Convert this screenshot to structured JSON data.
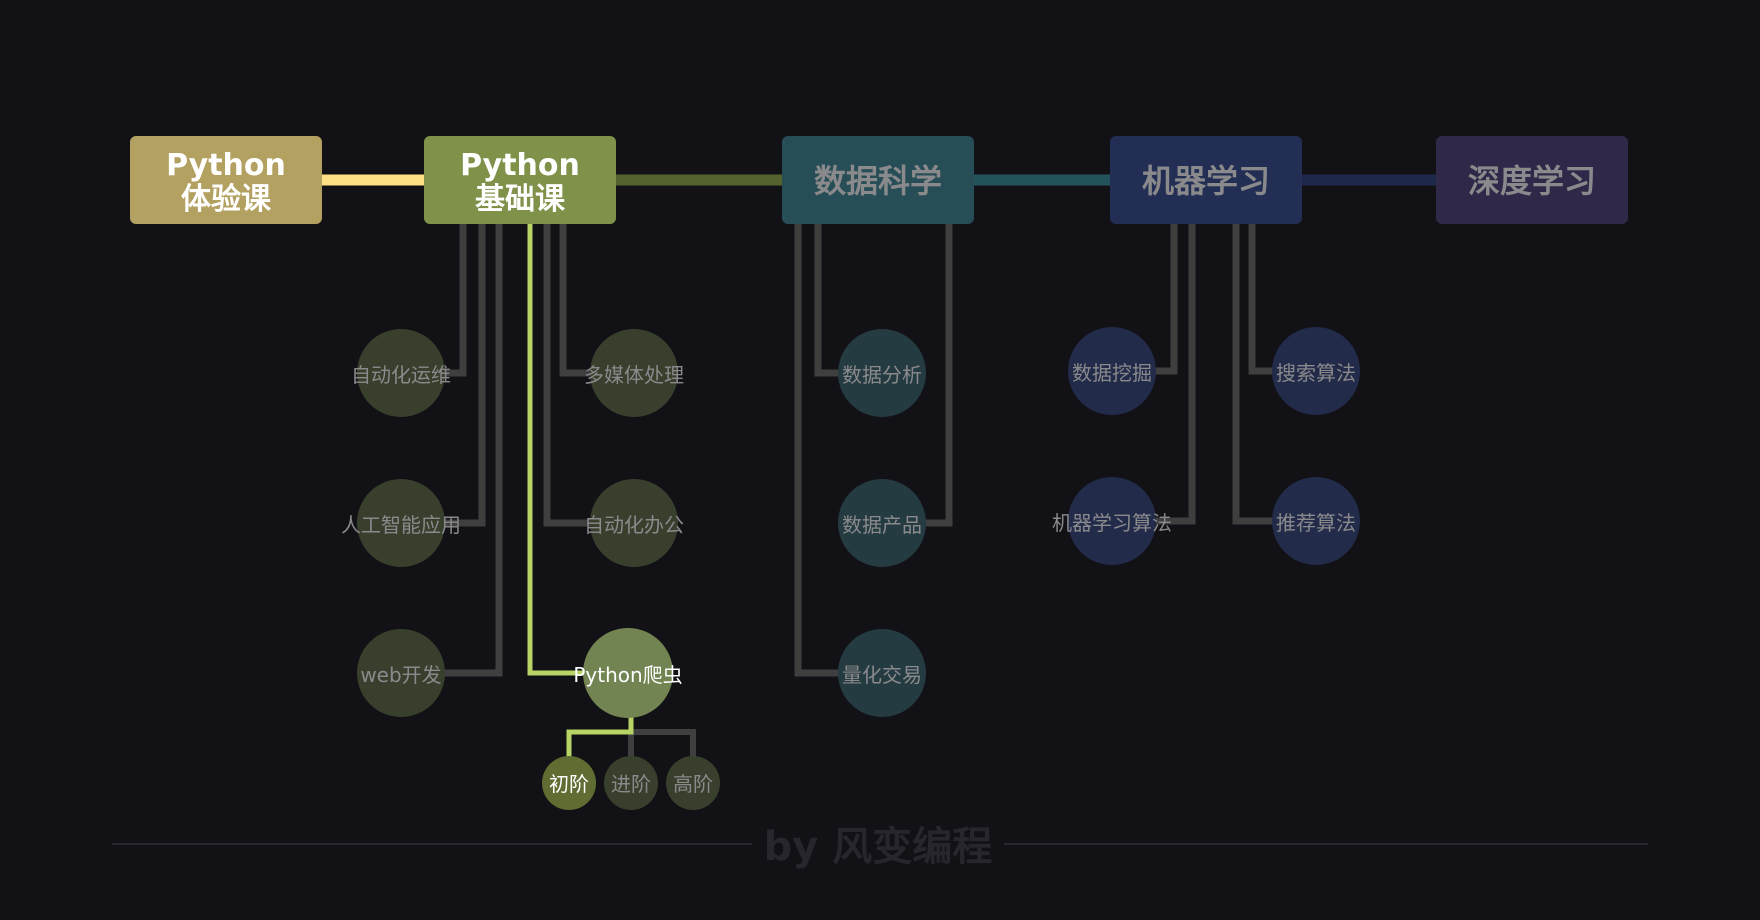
{
  "colors": {
    "background": "#111116",
    "inactive_line": "#3f3f40",
    "active_line": "#b7d464",
    "muted_text": "#8a8a8c",
    "active_text": "#ffffff"
  },
  "stages": [
    {
      "id": "trial",
      "lines": [
        "Python",
        "体验课"
      ],
      "fill": "#b3a162",
      "text_color": "#ffffff"
    },
    {
      "id": "basic",
      "lines": [
        "Python",
        "基础课"
      ],
      "fill": "#80924a",
      "text_color": "#ffffff"
    },
    {
      "id": "data-science",
      "lines": [
        "数据科学"
      ],
      "fill": "#274e56",
      "text_color": "#8a8a8c"
    },
    {
      "id": "machine-learning",
      "lines": [
        "机器学习"
      ],
      "fill": "#222e53",
      "text_color": "#8a8a8c"
    },
    {
      "id": "deep-learning",
      "lines": [
        "深度学习"
      ],
      "fill": "#302849",
      "text_color": "#8a8a8c"
    }
  ],
  "connectors": [
    {
      "from": "trial",
      "to": "basic",
      "color": "#fde083"
    },
    {
      "from": "basic",
      "to": "data-science",
      "color": "#54632e"
    },
    {
      "from": "data-science",
      "to": "machine-learning",
      "color": "#22535d"
    },
    {
      "from": "machine-learning",
      "to": "deep-learning",
      "color": "#1e284a"
    }
  ],
  "courses": [
    {
      "stage": "basic",
      "label": "自动化运维",
      "fill": "#393f2d",
      "active": false
    },
    {
      "stage": "basic",
      "label": "多媒体处理",
      "fill": "#393f2d",
      "active": false
    },
    {
      "stage": "basic",
      "label": "人工智能应用",
      "fill": "#393f2d",
      "active": false
    },
    {
      "stage": "basic",
      "label": "自动化办公",
      "fill": "#393f2d",
      "active": false
    },
    {
      "stage": "basic",
      "label": "web开发",
      "fill": "#393f2d",
      "active": false
    },
    {
      "stage": "basic",
      "label": "Python爬虫",
      "fill": "#738453",
      "active": true
    },
    {
      "stage": "data-science",
      "label": "数据分析",
      "fill": "#243b41",
      "active": false
    },
    {
      "stage": "data-science",
      "label": "数据产品",
      "fill": "#243b41",
      "active": false
    },
    {
      "stage": "data-science",
      "label": "量化交易",
      "fill": "#243b41",
      "active": false
    },
    {
      "stage": "machine-learning",
      "label": "数据挖掘",
      "fill": "#232b4a",
      "active": false
    },
    {
      "stage": "machine-learning",
      "label": "搜索算法",
      "fill": "#232b4a",
      "active": false
    },
    {
      "stage": "machine-learning",
      "label": "机器学习算法",
      "fill": "#232b4a",
      "active": false
    },
    {
      "stage": "machine-learning",
      "label": "推荐算法",
      "fill": "#232b4a",
      "active": false
    }
  ],
  "levels": [
    {
      "parent": "Python爬虫",
      "label": "初阶",
      "fill": "#5f6c32",
      "active": true
    },
    {
      "parent": "Python爬虫",
      "label": "进阶",
      "fill": "#393f2d",
      "active": false
    },
    {
      "parent": "Python爬虫",
      "label": "高阶",
      "fill": "#393f2d",
      "active": false
    }
  ],
  "footer": {
    "text": "by 风变编程"
  }
}
